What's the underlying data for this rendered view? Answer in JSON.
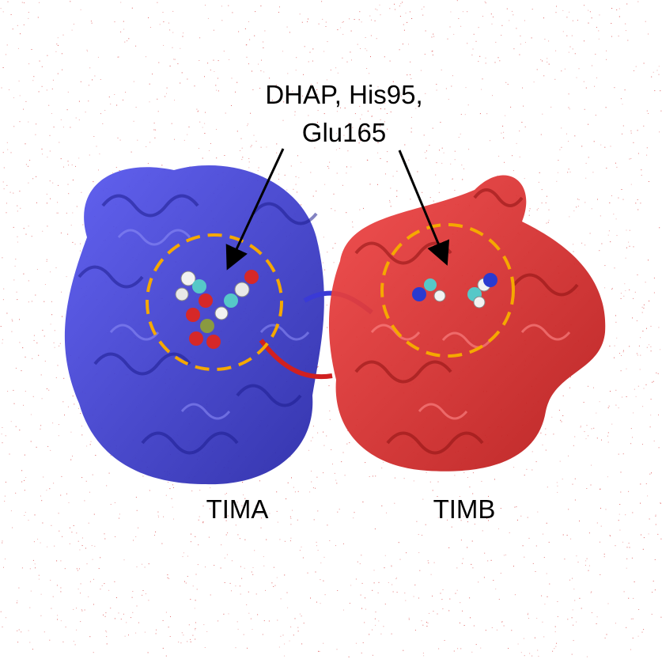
{
  "annotation": {
    "line1": "DHAP, His95,",
    "line2": "Glu165"
  },
  "labels": {
    "left": "TIMA",
    "right": "TIMB"
  },
  "colors": {
    "chain_a": "#3a3ad6",
    "chain_b": "#e02a2a",
    "highlight_circle": "#f5a800",
    "arrow": "#000000",
    "speckle": "#d83a3a"
  },
  "icons": {
    "arrow": "arrow-icon"
  }
}
